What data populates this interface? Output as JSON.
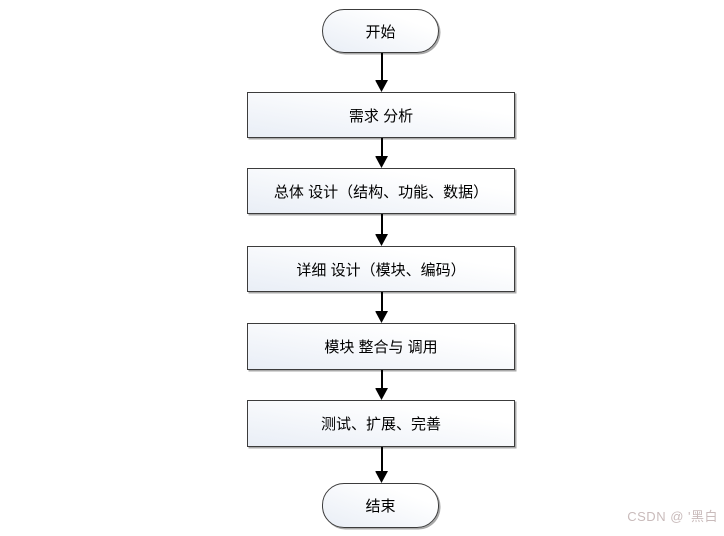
{
  "diagram": {
    "type": "flowchart",
    "direction": "top-to-bottom",
    "nodes": [
      {
        "id": "start",
        "shape": "terminator",
        "label": "开始"
      },
      {
        "id": "req",
        "shape": "process",
        "label": "需求 分析"
      },
      {
        "id": "overall",
        "shape": "process",
        "label": "总体 设计（结构、功能、数据）"
      },
      {
        "id": "detail",
        "shape": "process",
        "label": "详细 设计（模块、编码）"
      },
      {
        "id": "module",
        "shape": "process",
        "label": "模块 整合与 调用"
      },
      {
        "id": "test",
        "shape": "process",
        "label": "测试、扩展、完善"
      },
      {
        "id": "end",
        "shape": "terminator",
        "label": "结束"
      }
    ],
    "edges": [
      {
        "from": "start",
        "to": "req"
      },
      {
        "from": "req",
        "to": "overall"
      },
      {
        "from": "overall",
        "to": "detail"
      },
      {
        "from": "detail",
        "to": "module"
      },
      {
        "from": "module",
        "to": "test"
      },
      {
        "from": "test",
        "to": "end"
      }
    ],
    "colors": {
      "node_border": "#3c3c3c",
      "node_fill_top": "#ffffff",
      "node_fill_bottom": "#e9eef6",
      "arrow": "#000000",
      "text": "#000000"
    }
  },
  "watermark": {
    "text": "CSDN @ '黑白",
    "color": "#c9bbbb"
  }
}
